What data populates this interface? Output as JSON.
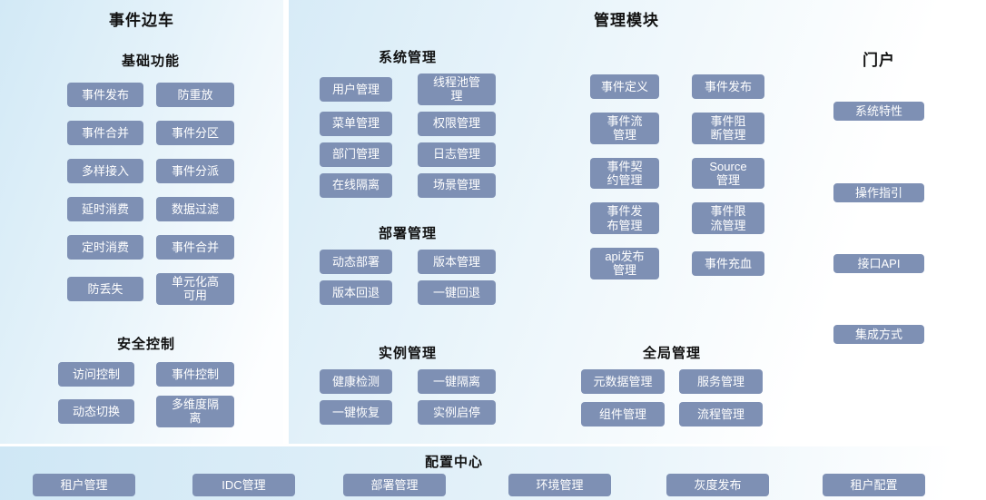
{
  "colors": {
    "button": "#7e90b4",
    "panel_tint": "#d2e9f6"
  },
  "sidecar": {
    "title": "事件边车",
    "basic": {
      "title": "基础功能",
      "buttons": [
        "事件发布",
        "防重放",
        "事件合并",
        "事件分区",
        "多样接入",
        "事件分派",
        "延时消费",
        "数据过滤",
        "定时消费",
        "事件合并",
        "防丢失",
        "单元化高\n可用"
      ]
    },
    "security": {
      "title": "安全控制",
      "buttons": [
        "访问控制",
        "事件控制",
        "动态切换",
        "多维度隔\n离"
      ]
    }
  },
  "management": {
    "title": "管理模块",
    "system": {
      "title": "系统管理",
      "buttons": [
        "用户管理",
        "线程池管\n理",
        "菜单管理",
        "权限管理",
        "部门管理",
        "日志管理",
        "在线隔离",
        "场景管理"
      ]
    },
    "deploy": {
      "title": "部署管理",
      "buttons": [
        "动态部署",
        "版本管理",
        "版本回退",
        "一键回退"
      ]
    },
    "instance": {
      "title": "实例管理",
      "buttons": [
        "健康检测",
        "一键隔离",
        "一键恢复",
        "实例启停"
      ]
    },
    "event": {
      "buttons": [
        "事件定义",
        "事件发布",
        "事件流\n管理",
        "事件阻\n断管理",
        "事件契\n约管理",
        "Source\n管理",
        "事件发\n布管理",
        "事件限\n流管理",
        "api发布\n管理",
        "事件充血"
      ]
    },
    "global": {
      "title": "全局管理",
      "buttons": [
        "元数据管理",
        "服务管理",
        "组件管理",
        "流程管理"
      ]
    }
  },
  "portal": {
    "title": "门户",
    "buttons": [
      "系统特性",
      "操作指引",
      "接口API",
      "集成方式"
    ]
  },
  "config": {
    "title": "配置中心",
    "buttons": [
      "租户管理",
      "IDC管理",
      "部署管理",
      "环境管理",
      "灰度发布",
      "租户配置"
    ]
  }
}
